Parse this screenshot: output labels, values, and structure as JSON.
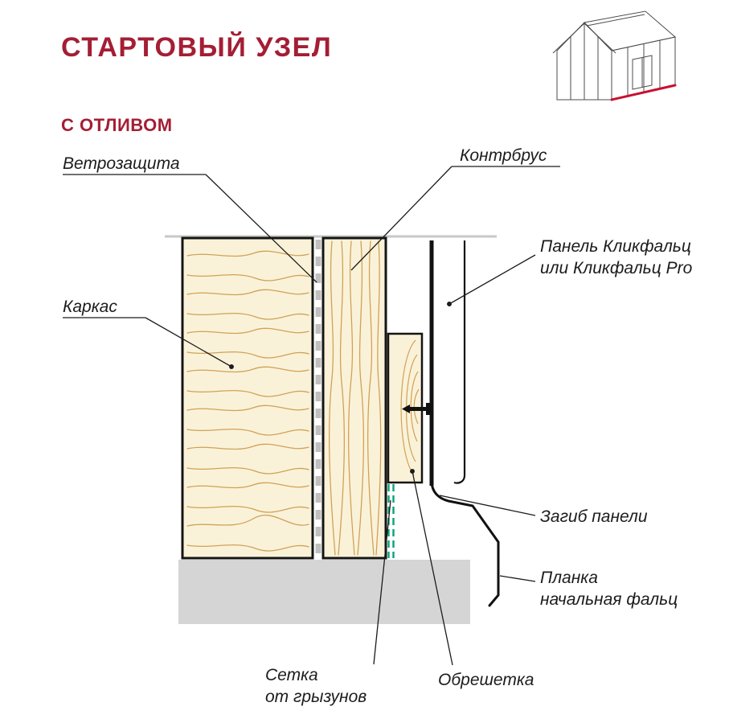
{
  "page": {
    "title": "СТАРТОВЫЙ УЗЕЛ",
    "subtitle": "С ОТЛИВОМ"
  },
  "labels": {
    "windbarrier": "Ветрозащита",
    "counterbatten": "Контрбрус",
    "panel_line1": "Панель Кликфальц",
    "panel_line2": "или Кликфальц Pro",
    "frame": "Каркас",
    "panel_bend": "Загиб панели",
    "start_strip_line1": "Планка",
    "start_strip_line2": "начальная фальц",
    "rodent_mesh_line1": "Сетка",
    "rodent_mesh_line2": "от грызунов",
    "lathing": "Обрешетка"
  },
  "colors": {
    "accent_red": "#a41e34",
    "house_highlight_red": "#c8102e",
    "wood_fill": "#faf2d8",
    "wood_grain": "#cf9d52",
    "mesh_green": "#0aa178",
    "foundation_gray": "#d5d5d5",
    "top_edge_gray": "#c8c8c8",
    "line_black": "#1a1a1a"
  }
}
